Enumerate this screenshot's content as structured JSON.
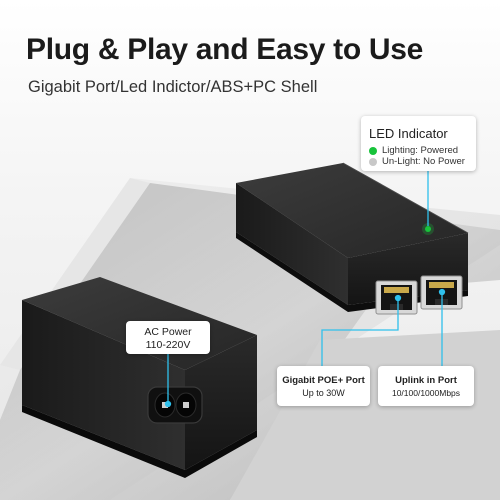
{
  "header": {
    "title": "Plug & Play and Easy to Use",
    "subtitle": "Gigabit Port/Led Indictor/ABS+PC Shell"
  },
  "callouts": {
    "led": {
      "title": "LED Indicator",
      "powered": "Lighting: Powered",
      "no_power": "Un-Light: No Power"
    },
    "ac_power": {
      "title": "AC Power",
      "range": "110-220V"
    },
    "poe_port": {
      "title": "Gigabit POE+ Port",
      "subtitle": "Up to 30W"
    },
    "uplink_port": {
      "title": "Uplink in Port",
      "subtitle": "10/100/1000Mbps"
    }
  },
  "colors": {
    "led_on": "#18c33b",
    "led_off": "#c8c8c8",
    "leader_line": "#2fc0ec",
    "device_body": "#262626"
  }
}
